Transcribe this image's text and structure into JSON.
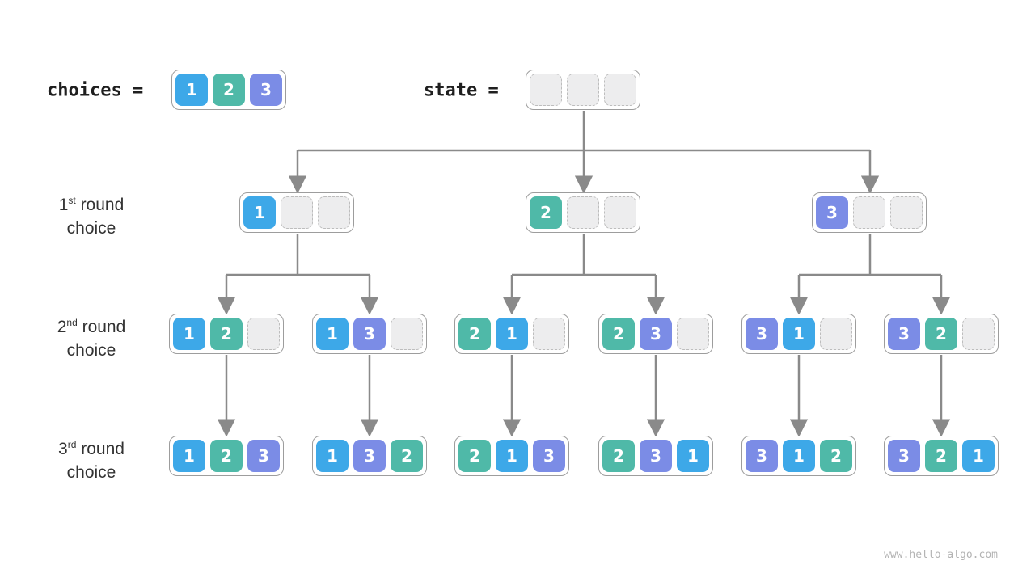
{
  "colors": {
    "v1": "#3da8e8",
    "v2": "#4fb9a8",
    "v3": "#7b8ce6",
    "empty_bg": "#ededee",
    "empty_border": "#bdbdbd",
    "node_border": "#9d9d9d",
    "arrow": "#8a8a8a",
    "label_text": "#333333",
    "watermark": "#b3b3b3"
  },
  "header": {
    "choices_label": "choices =",
    "state_label": "state =",
    "choices_cells": [
      "1",
      "2",
      "3"
    ],
    "state_cells": [
      "",
      "",
      ""
    ]
  },
  "row_labels": [
    {
      "ordinal": "1",
      "suffix": "st",
      "rest": " round",
      "line2": "choice"
    },
    {
      "ordinal": "2",
      "suffix": "nd",
      "rest": " round",
      "line2": "choice"
    },
    {
      "ordinal": "3",
      "suffix": "rd",
      "rest": " round",
      "line2": "choice"
    }
  ],
  "levels": {
    "round1": [
      [
        "1",
        "",
        ""
      ],
      [
        "2",
        "",
        ""
      ],
      [
        "3",
        "",
        ""
      ]
    ],
    "round2": [
      [
        "1",
        "2",
        ""
      ],
      [
        "1",
        "3",
        ""
      ],
      [
        "2",
        "1",
        ""
      ],
      [
        "2",
        "3",
        ""
      ],
      [
        "3",
        "1",
        ""
      ],
      [
        "3",
        "2",
        ""
      ]
    ],
    "round3": [
      [
        "1",
        "2",
        "3"
      ],
      [
        "1",
        "3",
        "2"
      ],
      [
        "2",
        "1",
        "3"
      ],
      [
        "2",
        "3",
        "1"
      ],
      [
        "3",
        "1",
        "2"
      ],
      [
        "3",
        "2",
        "1"
      ]
    ]
  },
  "footer": {
    "watermark": "www.hello-algo.com"
  }
}
